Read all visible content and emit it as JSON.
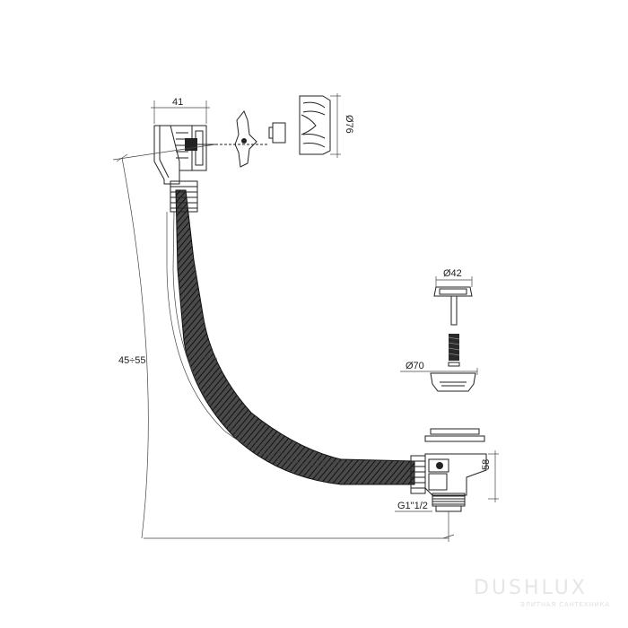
{
  "dimensions": {
    "width_top": "41",
    "diameter_overflow_cap": "Ø76",
    "diameter_plug_top": "Ø42",
    "diameter_plug_base": "Ø70",
    "height_range": "45÷55",
    "drain_height": "58",
    "thread": "G1\"1/2"
  },
  "watermark": {
    "brand": "DUSHLUX",
    "tagline": "ЭЛИТНАЯ САНТЕХНИКА"
  },
  "colors": {
    "line": "#222222",
    "hose_fill": "#3a3a3a",
    "part_fill": "#e9e9e9",
    "watermark": "#e6e6e6"
  }
}
